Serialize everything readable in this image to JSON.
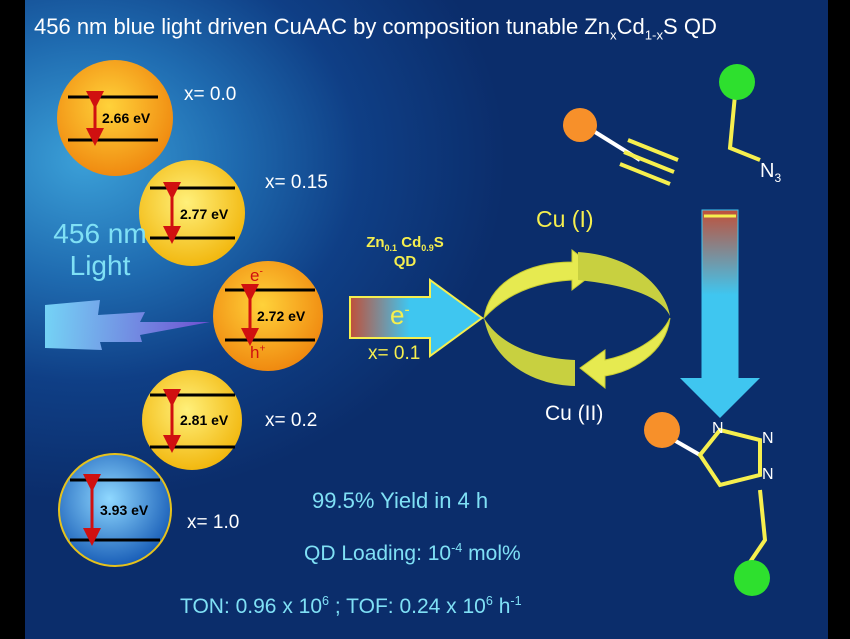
{
  "title": {
    "main": "456 nm blue light driven CuAAC by composition tunable Zn",
    "x": "x",
    "cd": "Cd",
    "sub": "1-x",
    "end": "S QD"
  },
  "light_label": {
    "line1": "456 nm",
    "line2": "Light"
  },
  "quantum_dots": [
    {
      "composition": "x= 0.0",
      "band_gap": "2.66 eV"
    },
    {
      "composition": "x= 0.15",
      "band_gap": "2.77 eV"
    },
    {
      "composition": "x= 0.1",
      "band_gap": "2.72 eV",
      "electron": "e",
      "electron_sup": "-",
      "hole": "h",
      "hole_sup": "+"
    },
    {
      "composition": "x= 0.2",
      "band_gap": "2.81 eV"
    },
    {
      "composition": "x= 1.0",
      "band_gap": "3.93 eV"
    }
  ],
  "catalyst": {
    "zn": "Zn",
    "zn_sub": "0.1",
    "cd": " Cd",
    "cd_sub": "0.9",
    "s": "S",
    "qd": "QD",
    "arrow_e": "e",
    "arrow_sup": "-"
  },
  "cycle": {
    "top": "Cu (I)",
    "bottom": "Cu (II)"
  },
  "reagents": {
    "azide": "N",
    "azide_sub": "3",
    "triazole_n": "N"
  },
  "results": {
    "yield": "99.5% Yield in 4 h",
    "loading": "QD Loading: 10",
    "loading_sup": "-4",
    "loading_unit": " mol%",
    "ton": "TON: 0.96 x 10",
    "ton_sup": "6",
    "tof": " ; TOF: 0.24 x 10",
    "tof_sup": "6",
    "tof_unit": " h",
    "tof_unit_sup": "-1"
  },
  "colors": {
    "orange_qd": "#f7a21c",
    "yellow_qd": "#f7d21c",
    "blue_qd": "#2a8fd8",
    "arrow": "#3fc6f0",
    "cycle": "#e6ea50"
  }
}
